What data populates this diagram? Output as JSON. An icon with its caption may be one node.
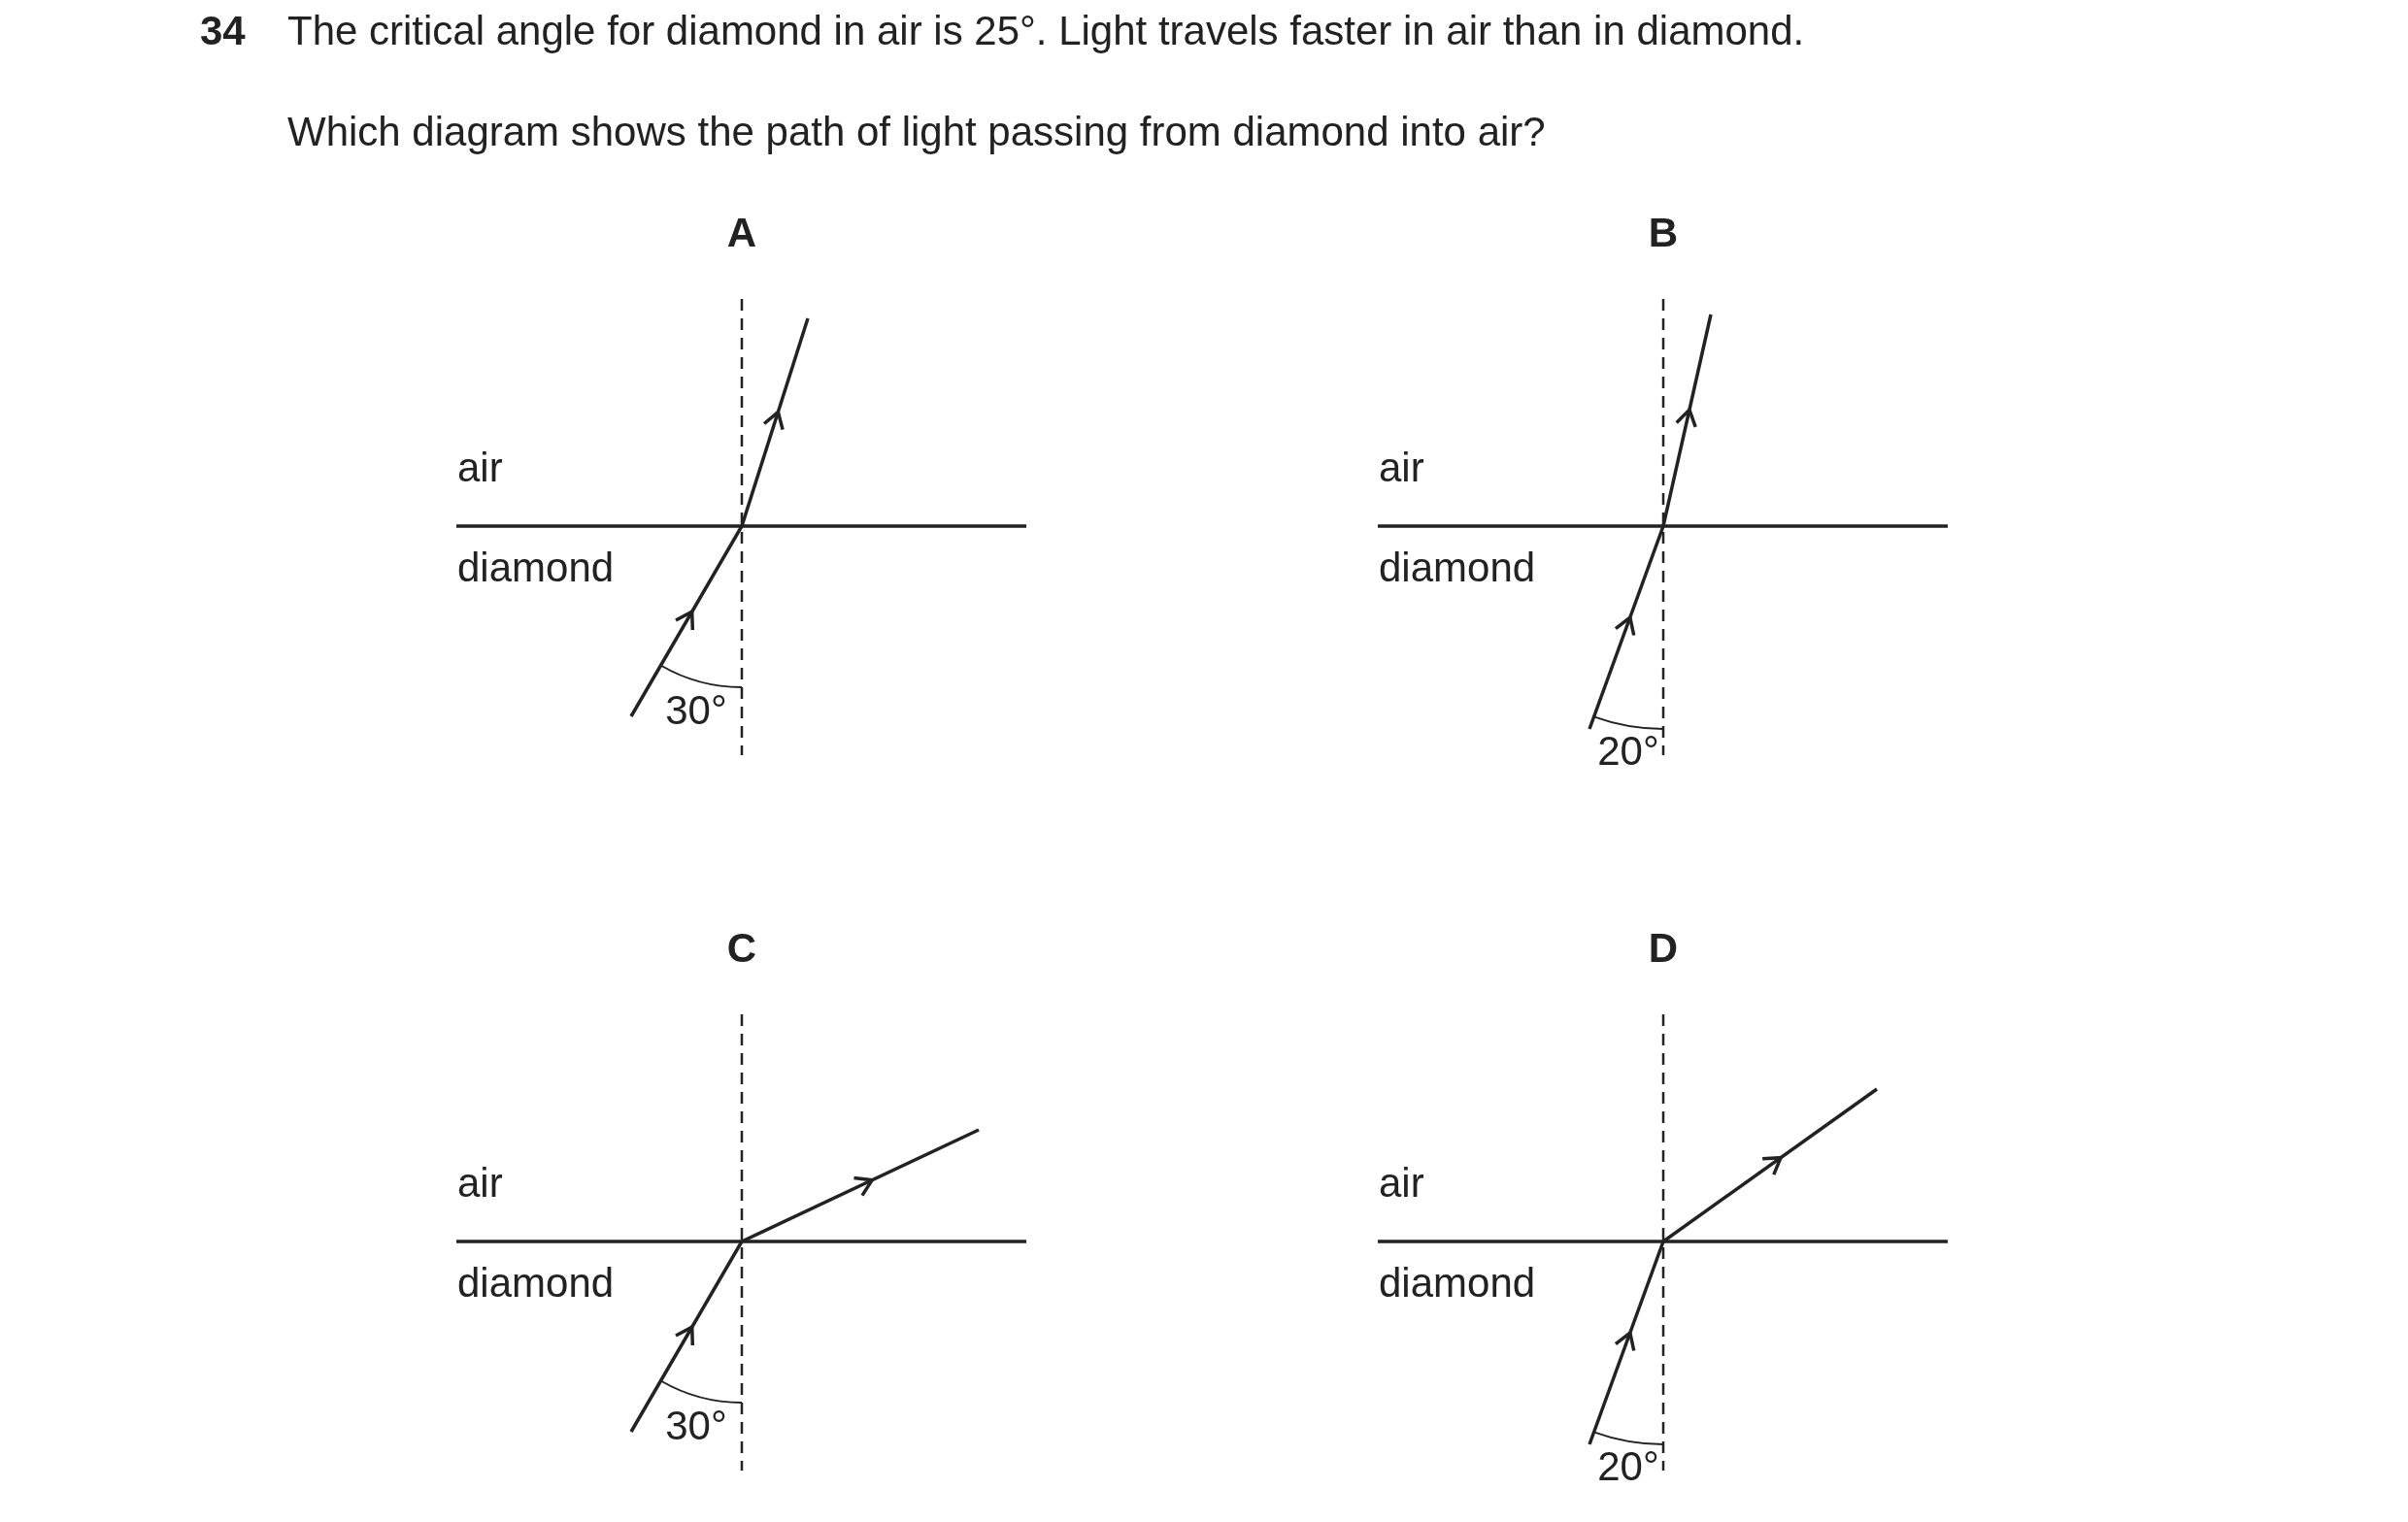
{
  "diagram": {
    "title": "The critical angle for diamond in air is 25°. Light travels faster in air than in diamond.",
    "labels": [
      "34",
      "Which diagram shows the path of light passing from diamond into air?",
      "A",
      "air",
      "diamond",
      "30°",
      "B",
      "air",
      "diamond",
      "20°",
      "C",
      "air",
      "diamond",
      "30°",
      "D",
      "air",
      "diamond",
      "20°"
    ]
  }
}
